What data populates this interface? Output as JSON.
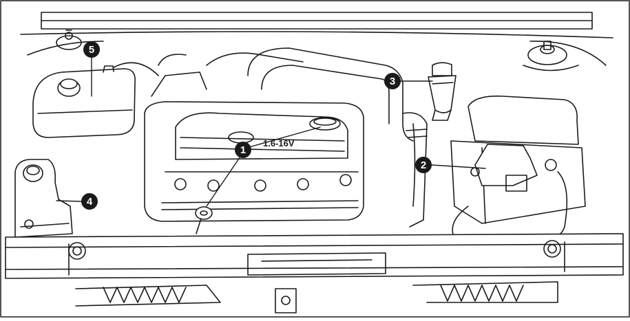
{
  "engine_label": "1.6-16V",
  "callouts": [
    {
      "number": "1",
      "target": "engine-oil-filler-cap-and-dipstick"
    },
    {
      "number": "2",
      "target": "battery"
    },
    {
      "number": "3",
      "target": "brake-fluid-reservoir"
    },
    {
      "number": "4",
      "target": "washer-fluid-reservoir"
    },
    {
      "number": "5",
      "target": "coolant-expansion-tank"
    }
  ],
  "colors": {
    "line": "#1a1a1a",
    "paper": "#ffffff",
    "marker": "#1a1a1a",
    "marker_text": "#ffffff",
    "frame": "#555555"
  }
}
